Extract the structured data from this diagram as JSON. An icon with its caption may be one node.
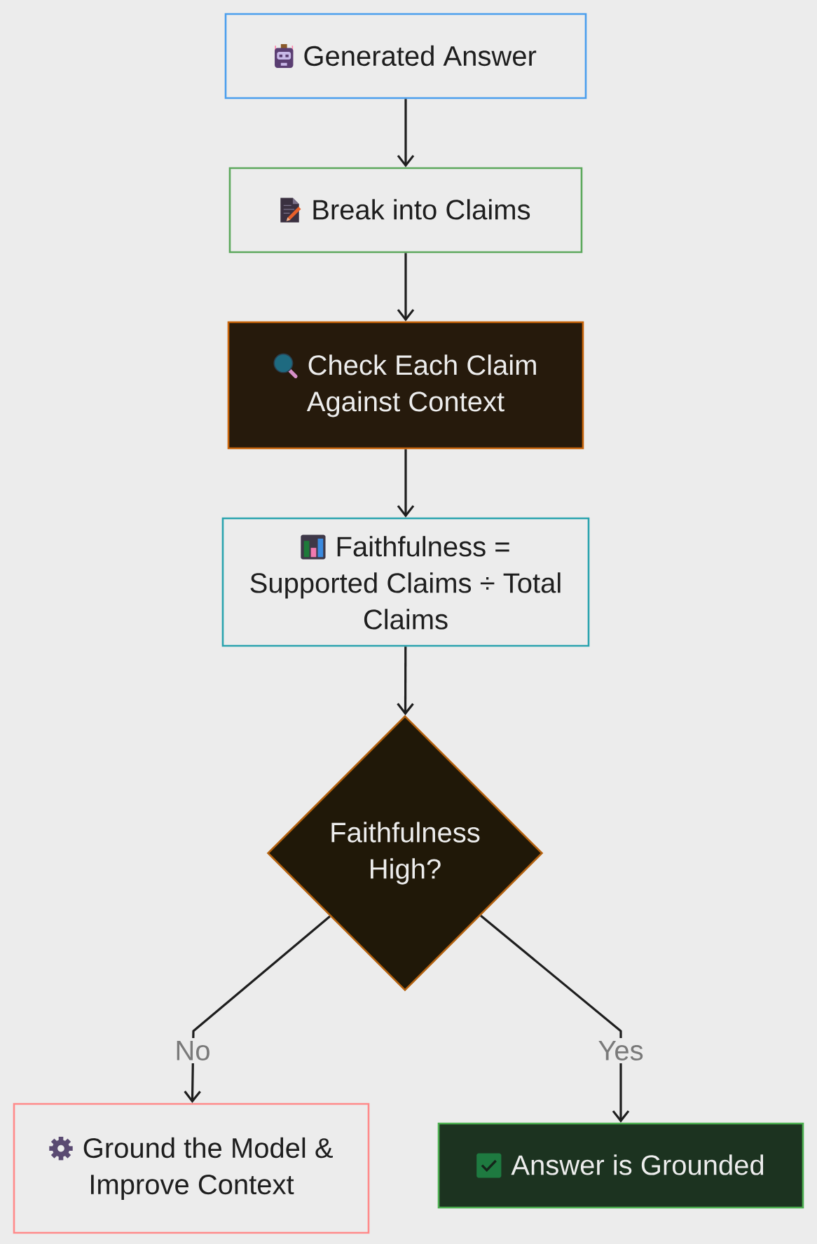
{
  "diagram": {
    "nodes": [
      {
        "text": [
          "Generated Answer"
        ]
      },
      {
        "text": [
          "Break into Claims"
        ]
      },
      {
        "text": [
          "Check Each Claim Against Context"
        ]
      },
      {
        "text": [
          "Faithfulness = Supported Claims ÷ Total Claims"
        ]
      },
      {
        "text": [
          "Faithfulness High?"
        ]
      },
      {
        "text": [
          "Ground the Model & Improve Context"
        ]
      },
      {
        "text": [
          "Answer is Grounded"
        ]
      }
    ],
    "edges": [
      {
        "from": 0,
        "to": 1,
        "arrow": "to"
      },
      {
        "from": 1,
        "to": 2,
        "arrow": "to"
      },
      {
        "from": 2,
        "to": 3,
        "arrow": "to"
      },
      {
        "from": 3,
        "to": 4,
        "arrow": "to"
      },
      {
        "from": 4,
        "to": 5,
        "arrow": "to",
        "label": "No"
      },
      {
        "from": 4,
        "to": 6,
        "arrow": "to",
        "label": "Yes"
      }
    ]
  }
}
